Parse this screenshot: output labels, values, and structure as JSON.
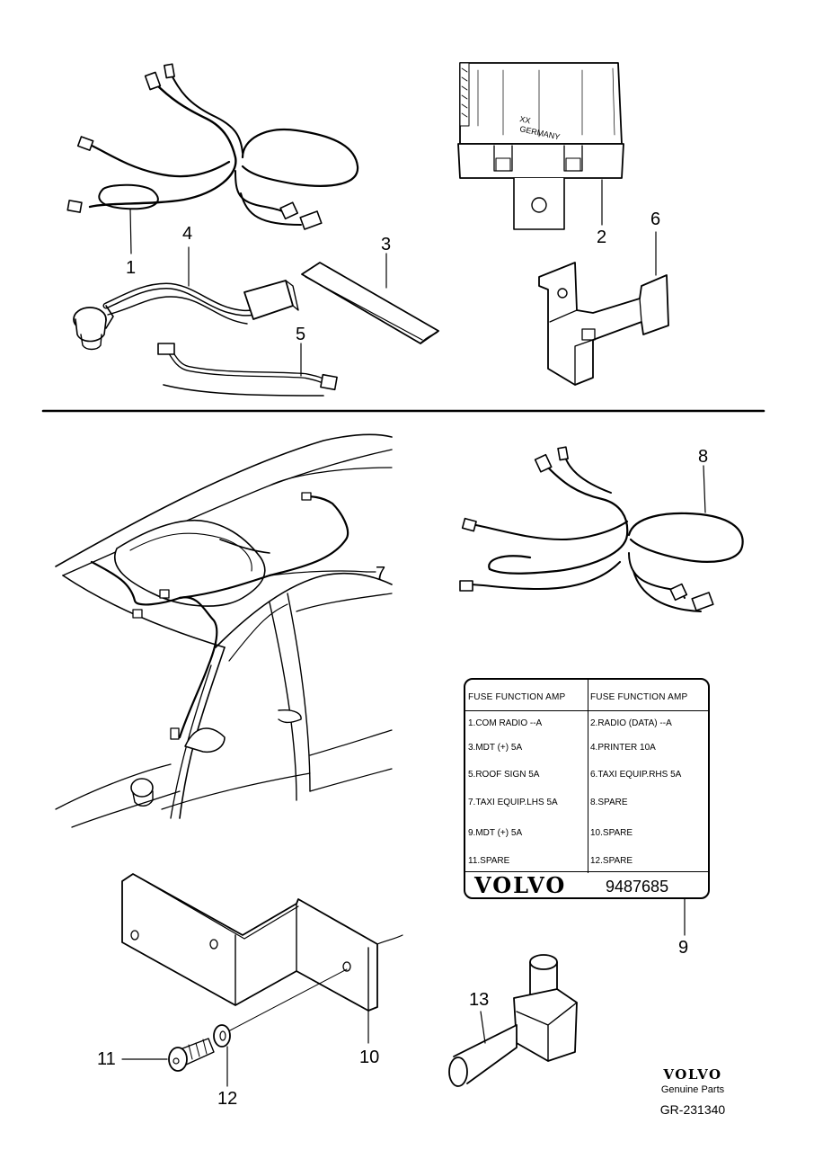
{
  "callouts": {
    "c1": "1",
    "c2": "2",
    "c3": "3",
    "c4": "4",
    "c5": "5",
    "c6": "6",
    "c7": "7",
    "c8": "8",
    "c9": "9",
    "c10": "10",
    "c11": "11",
    "c12": "12",
    "c13": "13"
  },
  "relay_text": {
    "line1": "XX",
    "line2": "GERMANY"
  },
  "fuse_label": {
    "header_left": "FUSE  FUNCTION   AMP",
    "header_right": "FUSE  FUNCTION    AMP",
    "rows_left": [
      "1.COM RADIO        --A",
      "3.MDT (+)         5A",
      "5.ROOF SIGN        5A",
      "7.TAXI EQUIP.LHS    5A",
      "9.MDT (+)             5A",
      "11.SPARE"
    ],
    "rows_right": [
      "2.RADIO (DATA)     --A",
      "4.PRINTER          10A",
      "6.TAXI EQUIP.RHS    5A",
      "8.SPARE",
      "10.SPARE",
      "12.SPARE"
    ],
    "logo": "VOLVO",
    "part_number": "9487685"
  },
  "footer": {
    "brand": "VOLVO",
    "subtitle": "Genuine Parts",
    "diagram_code": "GR-231340"
  }
}
